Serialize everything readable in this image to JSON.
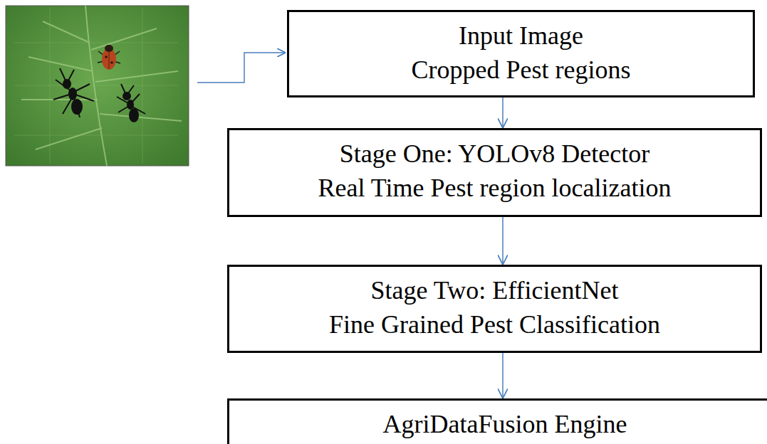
{
  "diagram": {
    "nodes": [
      {
        "text": [
          "Input Image",
          "Cropped Pest regions"
        ]
      },
      {
        "text": [
          "Stage One: YOLOv8 Detector",
          "Real Time Pest region localization"
        ]
      },
      {
        "text": [
          "Stage Two: EfficientNet",
          "Fine Grained Pest Classification"
        ]
      },
      {
        "text": [
          "AgriDataFusion Engine"
        ]
      }
    ],
    "edges": [
      {
        "from": 0,
        "to": 1,
        "arrow": "to"
      },
      {
        "from": 1,
        "to": 2,
        "arrow": "to"
      },
      {
        "from": 2,
        "to": 3,
        "arrow": "to"
      }
    ]
  }
}
